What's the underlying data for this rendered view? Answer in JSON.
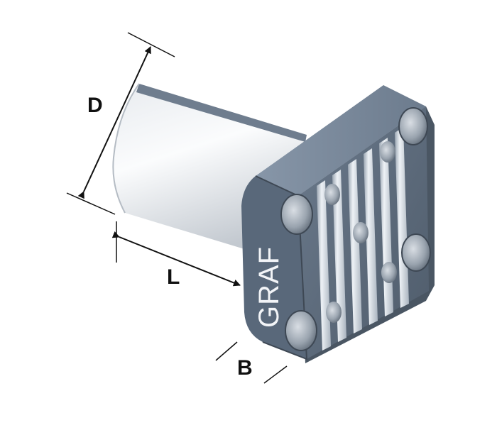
{
  "dimensions": {
    "diameter_label": "D",
    "length_label": "L",
    "width_label": "B"
  },
  "brand": {
    "text": "GRAF"
  },
  "colors": {
    "body_face": "#5d6c7e",
    "body_top": "#7f8ea0",
    "body_side": "#47525f",
    "rib_light": "#dde3ea",
    "rib_dark": "#8f9aa6",
    "cylinder_light": "#f2f4f6",
    "cylinder_shade": "#c9ced4",
    "dimension_line": "#111111"
  },
  "icons": {
    "arrowhead": "arrowhead-icon"
  }
}
